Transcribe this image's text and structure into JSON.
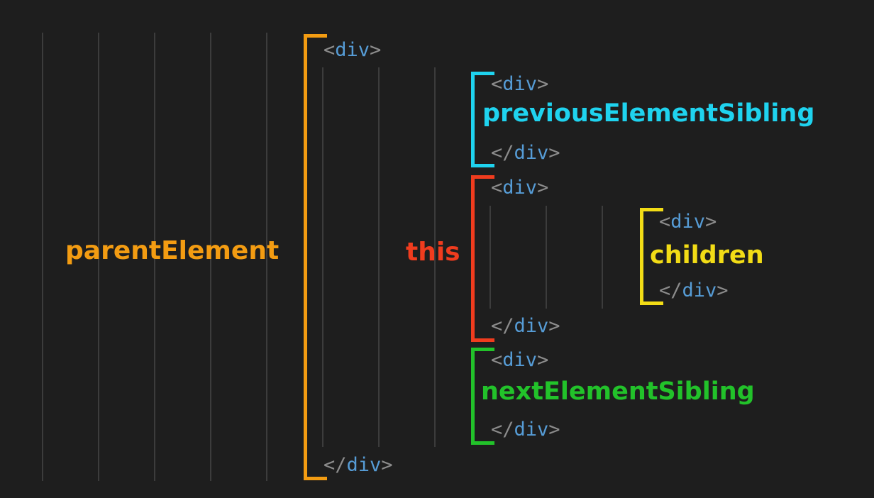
{
  "colors": {
    "background": "#1e1e1e",
    "guide": "#3c3c3c",
    "tag_punct": "#8c8c8c",
    "tag_name": "#569cd6",
    "parent": "#f39c12",
    "this": "#f03c1e",
    "previous": "#1fd3ef",
    "next": "#22c22a",
    "children": "#f2dc16"
  },
  "tags": {
    "open_lt": "<",
    "close_lt": "</",
    "gt": ">",
    "name": "div"
  },
  "labels": {
    "parent": "parentElement",
    "this": "this",
    "previous": "previousElementSibling",
    "children": "children",
    "next": "nextElementSibling"
  }
}
